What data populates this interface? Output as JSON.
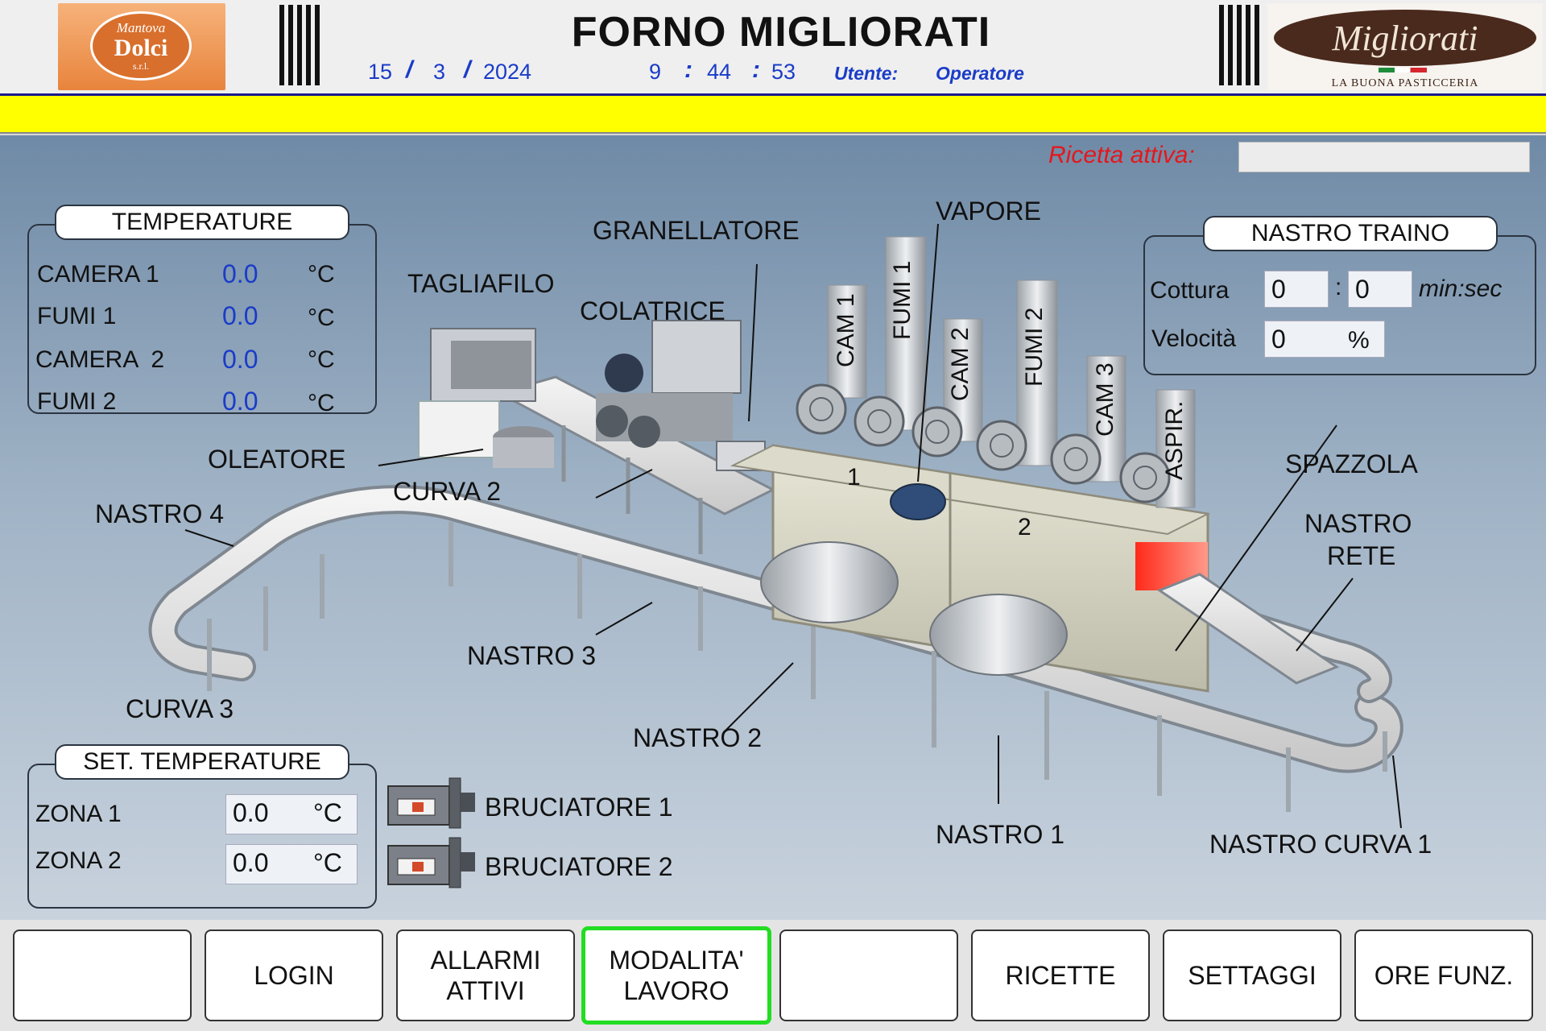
{
  "header": {
    "title": "FORNO MIGLIORATI",
    "date": {
      "day": "15",
      "month": "3",
      "year": "2024"
    },
    "time": {
      "h": "9",
      "m": "44",
      "s": "53"
    },
    "user_label": "Utente:",
    "user_value": "Operatore",
    "logo_left": {
      "line1": "Mantova",
      "line2": "Dolci",
      "line3": "s.r.l."
    },
    "logo_right": {
      "text": "Migliorati",
      "subtitle": "LA BUONA PASTICCERIA"
    }
  },
  "alarm_bar": {
    "color": "#ffff00",
    "text": ""
  },
  "recipe": {
    "label": "Ricetta attiva:",
    "value": ""
  },
  "temperature_panel": {
    "title": "TEMPERATURE",
    "rows": [
      {
        "label": "CAMERA 1",
        "value": "0.0",
        "unit": "°C"
      },
      {
        "label": "FUMI 1",
        "value": "0.0",
        "unit": "°C"
      },
      {
        "label": "CAMERA  2",
        "value": "0.0",
        "unit": "°C"
      },
      {
        "label": "FUMI 2",
        "value": "0.0",
        "unit": "°C"
      }
    ]
  },
  "nastro_traino": {
    "title": "NASTRO TRAINO",
    "cottura_label": "Cottura",
    "cottura_min": "0",
    "cottura_sep": ":",
    "cottura_sec": "0",
    "cottura_unit": "min:sec",
    "velocita_label": "Velocità",
    "velocita_value": "0",
    "velocita_unit": "%"
  },
  "set_temperature": {
    "title": "SET. TEMPERATURE",
    "rows": [
      {
        "label": "ZONA 1",
        "value": "0.0",
        "unit": "°C"
      },
      {
        "label": "ZONA 2",
        "value": "0.0",
        "unit": "°C"
      }
    ]
  },
  "burners": [
    {
      "label": "BRUCIATORE 1",
      "icon": "burner-icon"
    },
    {
      "label": "BRUCIATORE 2",
      "icon": "burner-icon"
    }
  ],
  "scene_labels": {
    "tagliafilo": "TAGLIAFILO",
    "granellatore": "GRANELLATORE",
    "colatrice": "COLATRICE",
    "vapore": "VAPORE",
    "oleatore": "OLEATORE",
    "curva2": "CURVA 2",
    "nastro4": "NASTRO 4",
    "nastro3": "NASTRO 3",
    "curva3": "CURVA 3",
    "nastro2": "NASTRO 2",
    "nastro1": "NASTRO 1",
    "nastro_curva1": "NASTRO CURVA 1",
    "spazzola": "SPAZZOLA",
    "nastro_rete_1": "NASTRO",
    "nastro_rete_2": "RETE",
    "cam1": "CAM 1",
    "fumi1": "FUMI 1",
    "cam2": "CAM 2",
    "fumi2": "FUMI 2",
    "cam3": "CAM 3",
    "aspir": "ASPIR.",
    "zone1": "1",
    "zone2": "2"
  },
  "footer_buttons": [
    {
      "label": "",
      "active": false
    },
    {
      "label": "LOGIN",
      "active": false
    },
    {
      "label": "ALLARMI\nATTIVI",
      "active": false
    },
    {
      "label": "MODALITA'\nLAVORO",
      "active": true
    },
    {
      "label": "",
      "active": false
    },
    {
      "label": "RICETTE",
      "active": false
    },
    {
      "label": "SETTAGGI",
      "active": false
    },
    {
      "label": "ORE FUNZ.",
      "active": false
    }
  ],
  "colors": {
    "accent_blue": "#1a3cc8",
    "alarm_yellow": "#ffff00",
    "recipe_red": "#e4171b",
    "active_green": "#22dd22"
  }
}
